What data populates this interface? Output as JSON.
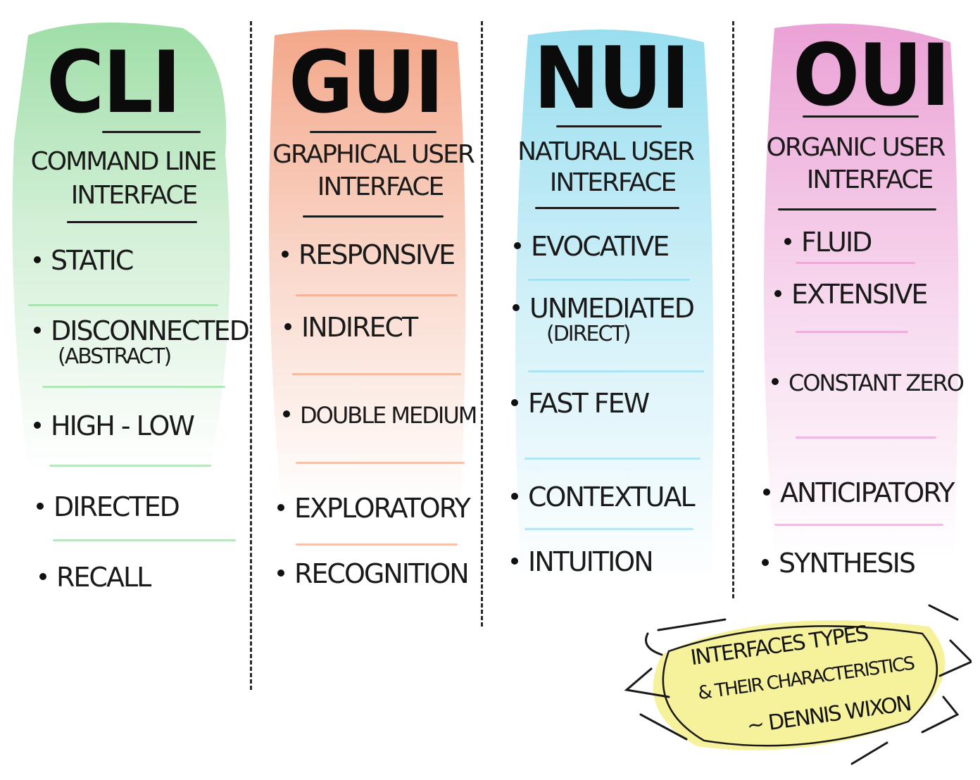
{
  "columns": [
    {
      "acronym": "CLI",
      "subtitle_line1": "COMMAND LINE",
      "subtitle_line2": "INTERFACE",
      "wash_color": "#7fd38a",
      "items": [
        {
          "label": "STATIC"
        },
        {
          "label": "DISCONNECTED",
          "sub": "(ABSTRACT)"
        },
        {
          "label": "HIGH - LOW"
        },
        {
          "label": "DIRECTED"
        },
        {
          "label": "RECALL"
        }
      ]
    },
    {
      "acronym": "GUI",
      "subtitle_line1": "GRAPHICAL USER",
      "subtitle_line2": "INTERFACE",
      "wash_color": "#f0916c",
      "items": [
        {
          "label": "RESPONSIVE"
        },
        {
          "label": "INDIRECT"
        },
        {
          "label": "DOUBLE MEDIUM"
        },
        {
          "label": "EXPLORATORY"
        },
        {
          "label": "RECOGNITION"
        }
      ]
    },
    {
      "acronym": "NUI",
      "subtitle_line1": "NATURAL USER",
      "subtitle_line2": "INTERFACE",
      "wash_color": "#7fd6ec",
      "items": [
        {
          "label": "EVOCATIVE"
        },
        {
          "label": "UNMEDIATED",
          "sub": "(DIRECT)"
        },
        {
          "label": "FAST FEW"
        },
        {
          "label": "CONTEXTUAL"
        },
        {
          "label": "INTUITION"
        }
      ]
    },
    {
      "acronym": "OUI",
      "subtitle_line1": "ORGANIC USER",
      "subtitle_line2": "INTERFACE",
      "wash_color": "#e68acb",
      "items": [
        {
          "label": "FLUID"
        },
        {
          "label": "EXTENSIVE"
        },
        {
          "label": "CONSTANT ZERO"
        },
        {
          "label": "ANTICIPATORY"
        },
        {
          "label": "SYNTHESIS"
        }
      ]
    }
  ],
  "note": {
    "line1": "INTERFACES TYPES",
    "line2": "& THEIR CHARACTERISTICS",
    "line3": "~ DENNIS WIXON",
    "highlight_color": "#f3ee7a"
  }
}
